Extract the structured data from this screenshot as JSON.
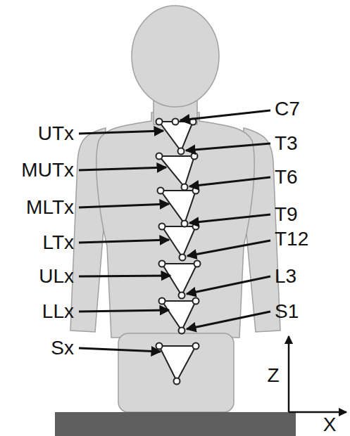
{
  "diagram": {
    "labels": [
      "C7",
      "UTx",
      "T3",
      "MUTx",
      "T6",
      "MLTx",
      "T9",
      "LTx",
      "T12",
      "ULx",
      "L3",
      "LLx",
      "S1",
      "Sx",
      "Z",
      "X"
    ]
  }
}
